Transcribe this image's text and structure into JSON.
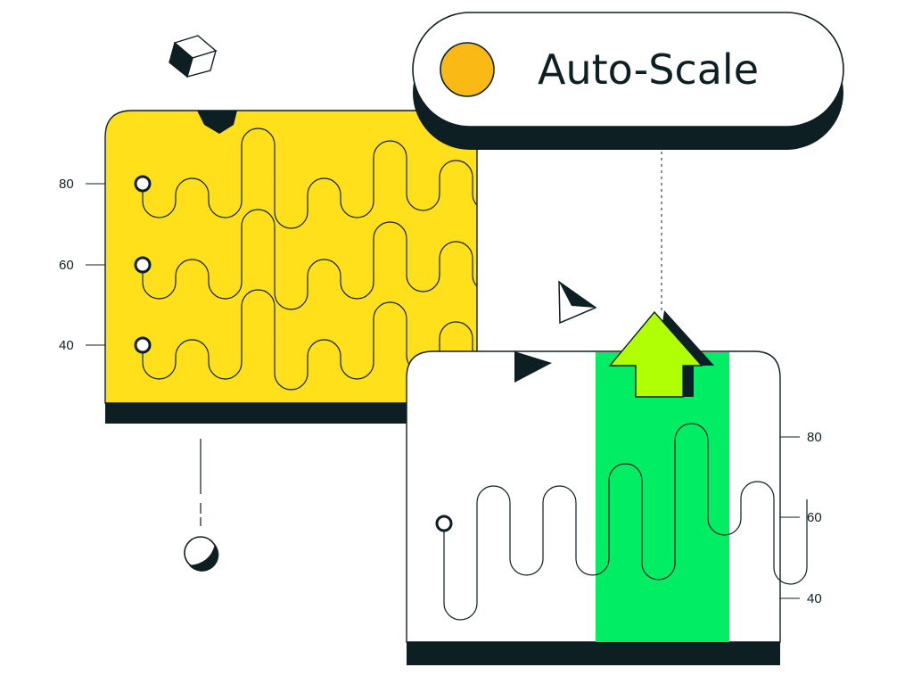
{
  "pill": {
    "label": "Auto-Scale",
    "dot_color": "#fbb915"
  },
  "left_panel": {
    "fill_color": "#ffe01b",
    "axis_ticks": [
      "80",
      "60",
      "40"
    ]
  },
  "right_panel": {
    "highlight_color": "#00ed64",
    "axis_ticks": [
      "80",
      "60",
      "40"
    ]
  },
  "arrow": {
    "color": "#b1ff05"
  },
  "icons": {
    "cube": "cube-icon",
    "pointer": "pointer-icon",
    "play": "play-icon",
    "half_circle": "half-circle-icon",
    "notch": "pentagon-notch-icon"
  },
  "colors": {
    "ink": "#0e1f24",
    "yellow": "#ffe01b",
    "green": "#00ed64",
    "lime": "#b1ff05",
    "orange": "#fbb915"
  }
}
